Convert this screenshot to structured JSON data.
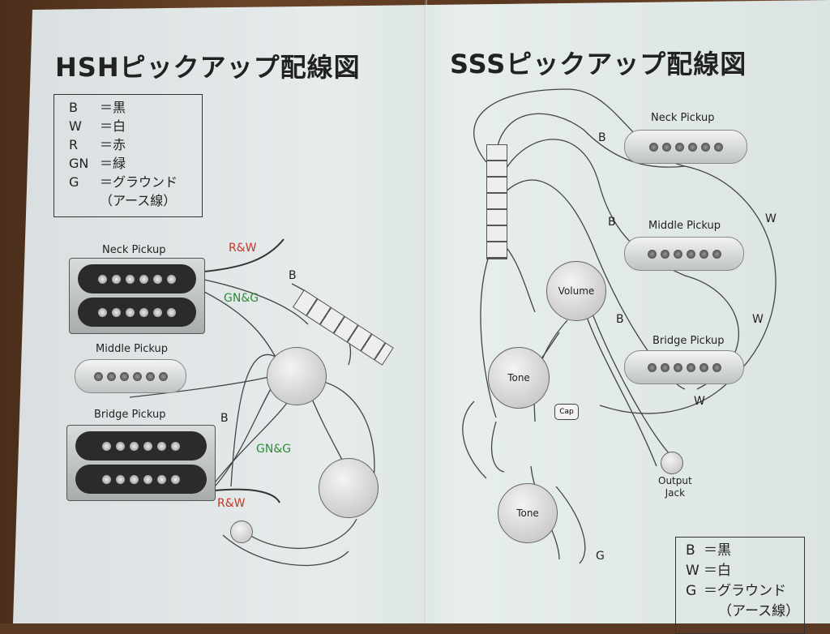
{
  "hsh": {
    "title": "HSHピックアップ配線図",
    "legend": [
      {
        "key": "B",
        "value": "＝黒"
      },
      {
        "key": "W",
        "value": "＝白"
      },
      {
        "key": "R",
        "value": "＝赤"
      },
      {
        "key": "GN",
        "value": "＝緑"
      },
      {
        "key": "G",
        "value": "＝グラウンド"
      },
      {
        "key": "",
        "value": "（アース線）"
      }
    ],
    "neck_label": "Neck Pickup",
    "middle_label": "Middle Pickup",
    "bridge_label": "Bridge Pickup",
    "wire_labels": {
      "rw_top": "R&W",
      "gng_top": "GN&G",
      "b_switch": "B",
      "b_bridge": "B",
      "gng_bottom": "GN&G",
      "rw_bottom": "R&W"
    },
    "colors": {
      "red": "#c0392b",
      "green": "#2e8b3a"
    }
  },
  "sss": {
    "title": "SSSピックアップ配線図",
    "neck_label": "Neck Pickup",
    "middle_label": "Middle Pickup",
    "bridge_label": "Bridge Pickup",
    "volume_label": "Volume",
    "tone1_label": "Tone",
    "tone2_label": "Tone",
    "cap_label": "Cap",
    "jack_label": "Output\nJack",
    "wire_labels": {
      "b1": "B",
      "w1": "W",
      "b2": "B",
      "w2": "W",
      "b3": "B",
      "w3": "W",
      "g": "G"
    },
    "legend": [
      {
        "key": "B",
        "value": "＝黒"
      },
      {
        "key": "W",
        "value": "＝白"
      },
      {
        "key": "G",
        "value": "＝グラウンド"
      },
      {
        "key": "",
        "value": "（アース線）"
      }
    ]
  }
}
